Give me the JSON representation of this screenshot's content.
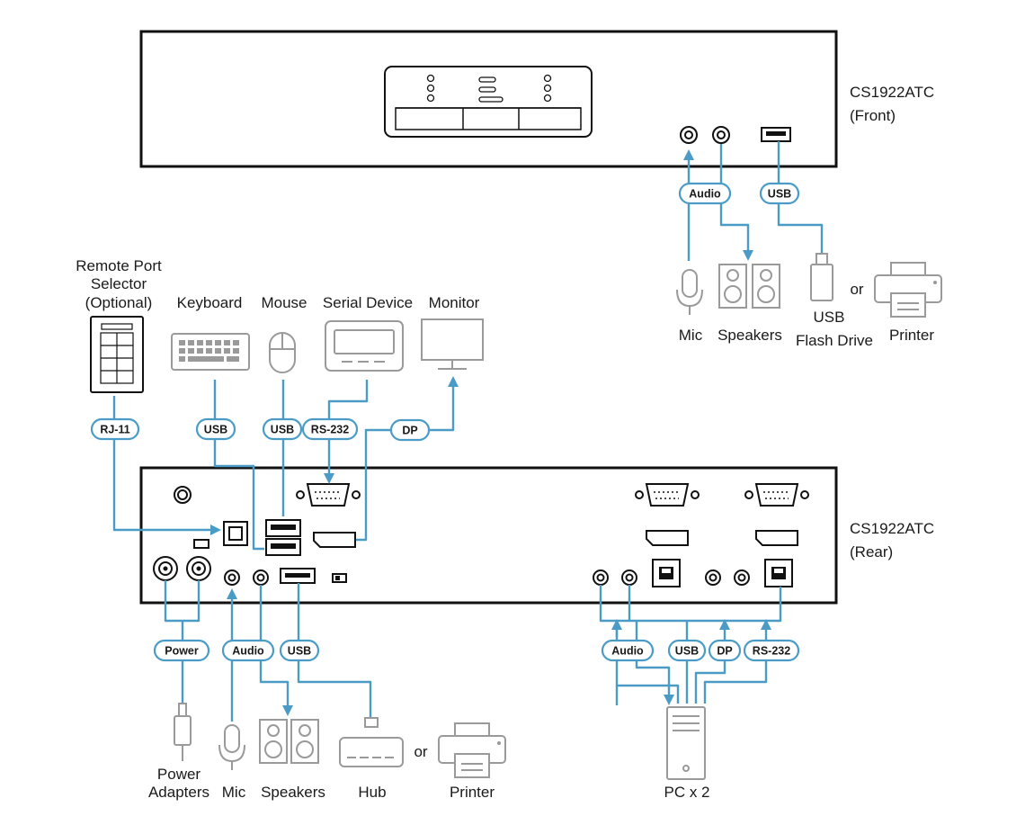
{
  "front_unit": {
    "model": "CS1922ATC",
    "side": "(Front)"
  },
  "rear_unit": {
    "model": "CS1922ATC",
    "side": "(Rear)"
  },
  "connections": {
    "front_audio": "Audio",
    "front_usb": "USB",
    "rj11": "RJ-11",
    "keyboard_usb": "USB",
    "mouse_usb": "USB",
    "serial_rs232": "RS-232",
    "monitor_dp": "DP",
    "power": "Power",
    "rear_audio": "Audio",
    "rear_usb": "USB",
    "pc_audio": "Audio",
    "pc_usb": "USB",
    "pc_dp": "DP",
    "pc_rs232": "RS-232"
  },
  "devices": {
    "remote_port_selector": [
      "Remote Port",
      "Selector",
      "(Optional)"
    ],
    "keyboard": "Keyboard",
    "mouse": "Mouse",
    "serial_device": "Serial Device",
    "monitor": "Monitor",
    "front_mic": "Mic",
    "front_speakers": "Speakers",
    "usb_flash_drive": [
      "USB",
      "Flash Drive"
    ],
    "front_or": "or",
    "front_printer": "Printer",
    "power_adapters": [
      "Power",
      "Adapters"
    ],
    "rear_mic": "Mic",
    "rear_speakers": "Speakers",
    "hub": "Hub",
    "rear_or": "or",
    "rear_printer": "Printer",
    "pc": "PC x 2"
  },
  "colors": {
    "cable": "#4a9cc6",
    "device_outline": "#9a9a9a",
    "unit_outline": "#111111"
  }
}
